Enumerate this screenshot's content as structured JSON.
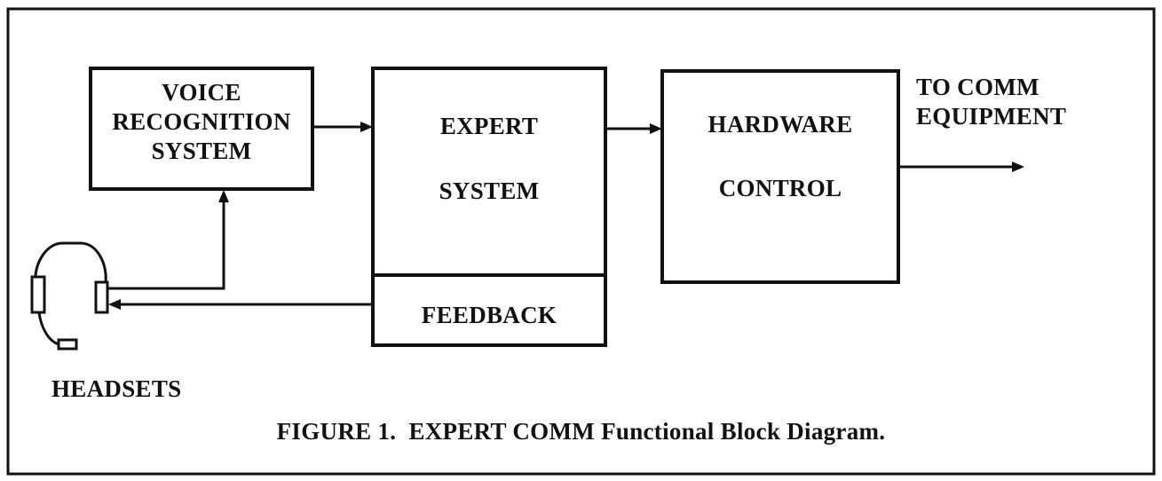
{
  "diagram": {
    "blocks": {
      "voice_recognition": {
        "lines": [
          "VOICE",
          "RECOGNITION",
          "SYSTEM"
        ]
      },
      "expert_system": {
        "lines": [
          "EXPERT",
          "SYSTEM"
        ]
      },
      "feedback": {
        "label": "FEEDBACK"
      },
      "hardware_control": {
        "lines": [
          "HARDWARE",
          "CONTROL"
        ]
      }
    },
    "output": {
      "lines": [
        "TO COMM",
        "EQUIPMENT"
      ]
    },
    "headsets": {
      "label": "HEADSETS",
      "icon": "headset-icon"
    },
    "connections": [
      {
        "from": "headsets",
        "to": "voice_recognition"
      },
      {
        "from": "voice_recognition",
        "to": "expert_system"
      },
      {
        "from": "expert_system",
        "to": "hardware_control"
      },
      {
        "from": "hardware_control",
        "to": "output"
      },
      {
        "from": "feedback",
        "to": "headsets"
      }
    ],
    "caption": "FIGURE 1.  EXPERT COMM Functional Block Diagram."
  }
}
